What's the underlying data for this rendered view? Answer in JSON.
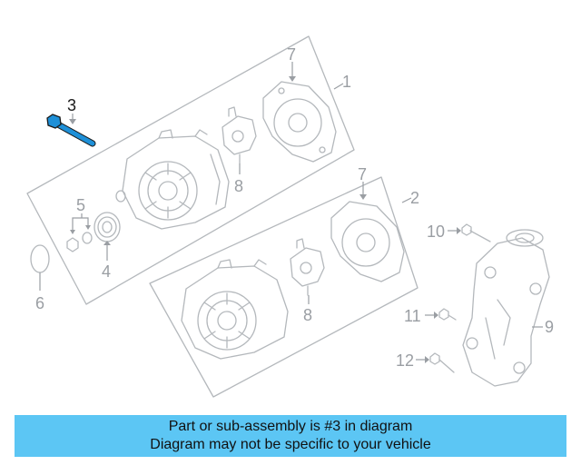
{
  "callouts": {
    "c1": "1",
    "c2": "2",
    "c3": "3",
    "c4": "4",
    "c5": "5",
    "c6": "6",
    "c7a": "7",
    "c7b": "7",
    "c8a": "8",
    "c8b": "8",
    "c9": "9",
    "c10": "10",
    "c11": "11",
    "c12": "12"
  },
  "highlight_part": "3",
  "colors": {
    "banner": "#5cc6f4",
    "highlight": "#1e90d8",
    "line_art": "#b4b8bc",
    "label": "#9a9ea3"
  },
  "banner": {
    "line1": "Part or sub-assembly is #3 in diagram",
    "line2": "Diagram may not be specific to your vehicle"
  }
}
